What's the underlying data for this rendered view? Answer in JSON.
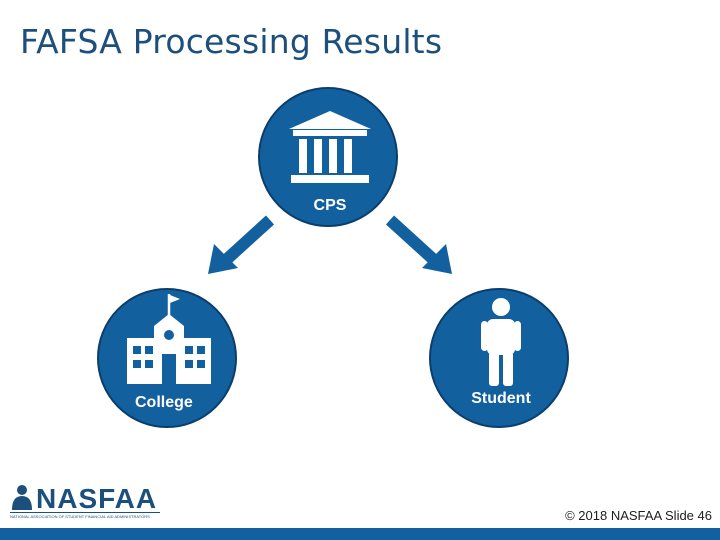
{
  "slide": {
    "title": "FAFSA Processing Results",
    "footer": "© 2018 NASFAA   Slide 46"
  },
  "nodes": {
    "cps": {
      "label": "CPS",
      "icon": "government-building-icon"
    },
    "college": {
      "label": "College",
      "icon": "school-building-icon"
    },
    "student": {
      "label": "Student",
      "icon": "person-icon"
    }
  },
  "logo": {
    "name": "NASFAA",
    "tagline": "NATIONAL ASSOCIATION OF STUDENT FINANCIAL AID ADMINISTRATORS"
  },
  "colors": {
    "node_fill": "#13609f",
    "node_border": "#0b3e6b",
    "arrow": "#13609f",
    "title": "#1d4f7c"
  }
}
